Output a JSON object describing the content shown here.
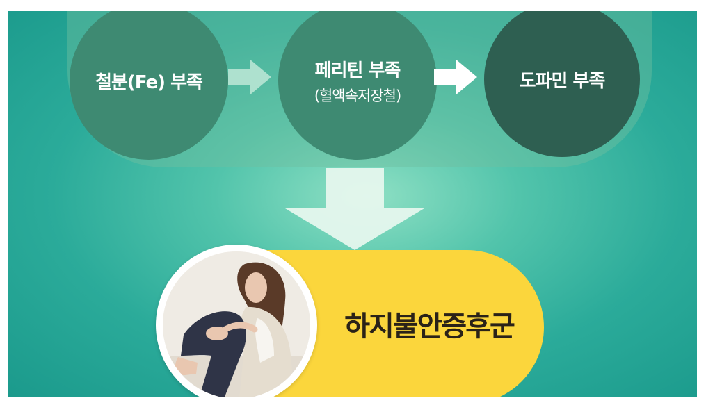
{
  "diagram": {
    "steps": [
      {
        "label": "철분(Fe) 부족",
        "sub": ""
      },
      {
        "label": "페리틴 부족",
        "sub": "(혈액속저장철)"
      },
      {
        "label": "도파민 부족",
        "sub": ""
      }
    ],
    "result": {
      "label": "하지불안증후군"
    }
  },
  "colors": {
    "circle_mid": "#3e8a72",
    "circle_dark": "#2e5f51",
    "result_pill": "#fbd63c",
    "background": "#2bab9a"
  }
}
